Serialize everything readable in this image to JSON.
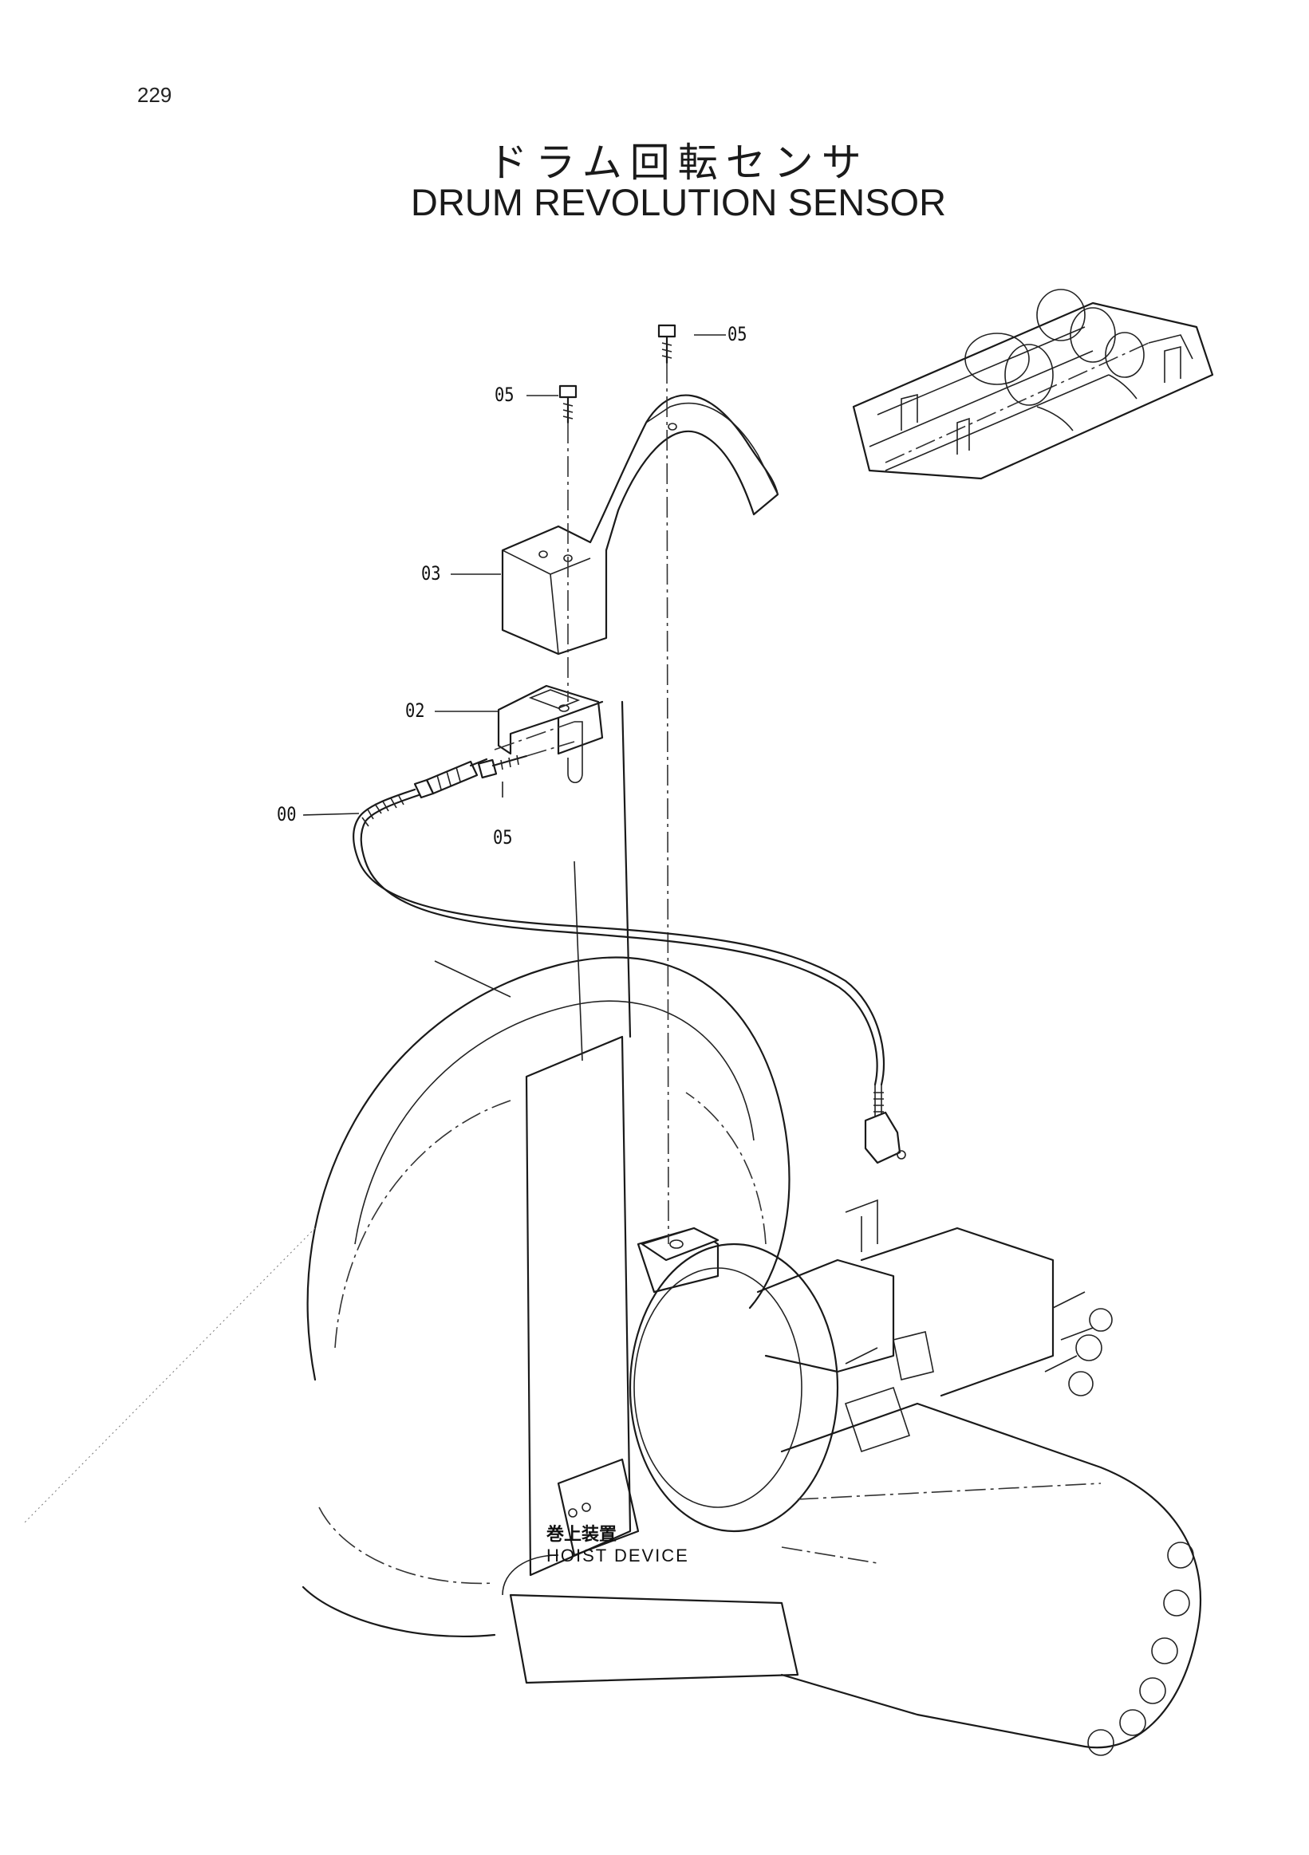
{
  "page": {
    "number": "229"
  },
  "title": {
    "japanese": "ドラム回転センサ",
    "english": "DRUM REVOLUTION SENSOR"
  },
  "callouts": {
    "c05_top": "05",
    "c05_left": "05",
    "c03": "03",
    "c02": "02",
    "c00": "00",
    "c05_bottom": "05"
  },
  "caption": {
    "japanese": "巻上装置",
    "english": "HOIST DEVICE"
  }
}
